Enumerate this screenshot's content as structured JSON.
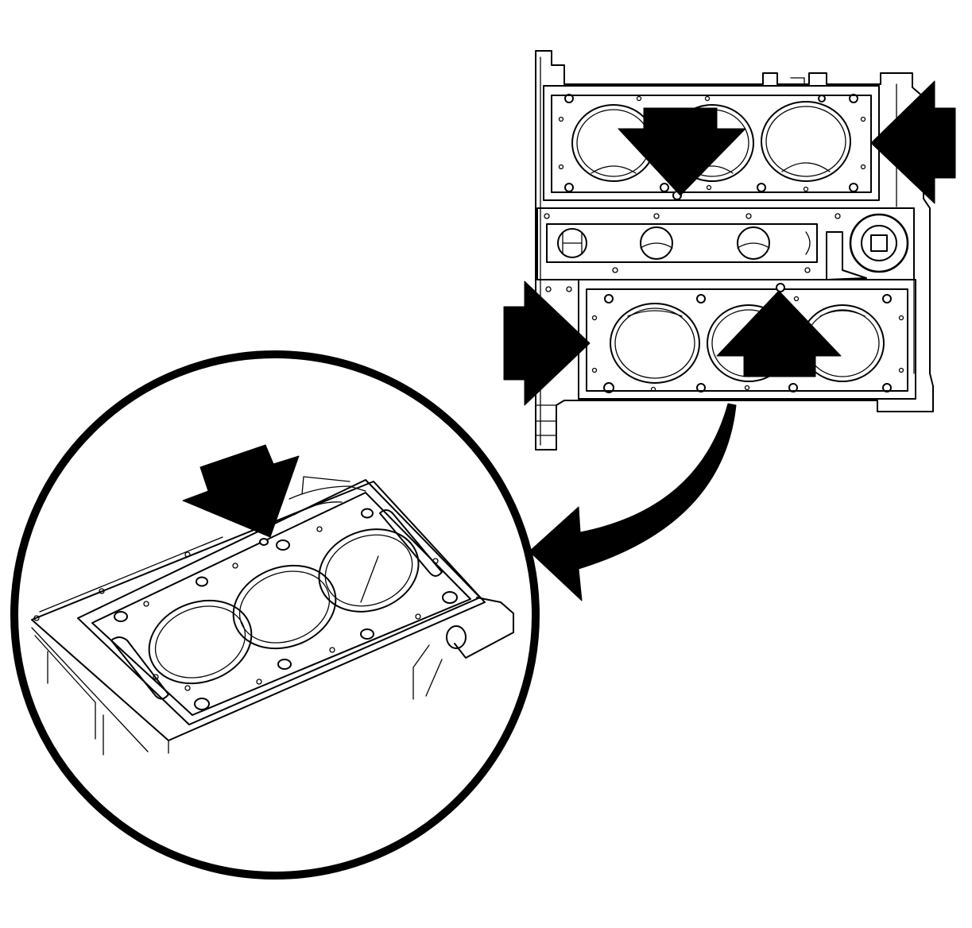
{
  "figure": {
    "type": "service-manual-line-illustration",
    "subject": "engine-block-with-head-gaskets",
    "colors": {
      "ink": "#000000",
      "paper": "#ffffff"
    },
    "main_view": {
      "gaskets": 2,
      "bores_per_gasket": 3,
      "indicator_arrows": [
        "arrow-down-top-gasket",
        "arrow-left-top-gasket",
        "arrow-right-bottom-gasket",
        "arrow-up-bottom-gasket"
      ]
    },
    "detail_view": {
      "shape": "circle",
      "bores": 3,
      "indicator_arrows": [
        "arrow-down-detail-gasket"
      ]
    },
    "callout": "curved-arrow-to-detail-view"
  }
}
